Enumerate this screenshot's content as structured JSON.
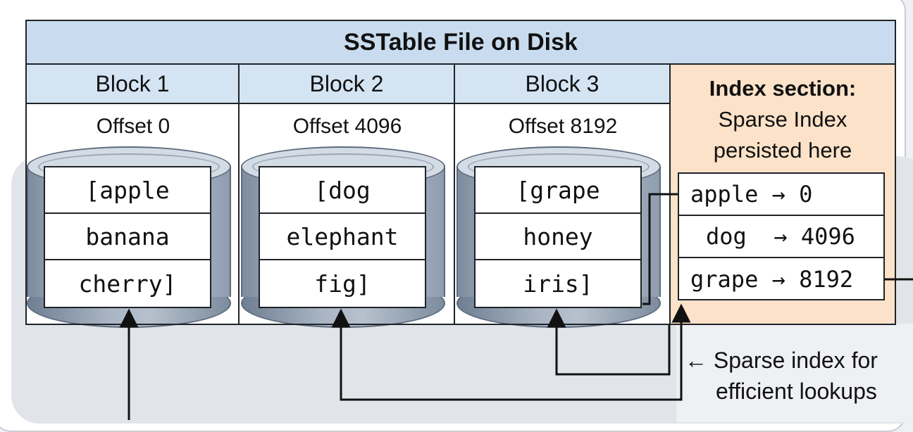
{
  "title": "SSTable File on Disk",
  "blocks": [
    {
      "name": "Block 1",
      "offset": "Offset 0",
      "keys": [
        "[apple",
        "banana",
        "cherry]"
      ]
    },
    {
      "name": "Block 2",
      "offset": "Offset 4096",
      "keys": [
        "[dog",
        "elephant",
        "fig]"
      ]
    },
    {
      "name": "Block 3",
      "offset": "Offset 8192",
      "keys": [
        "[grape",
        "honey",
        "iris]"
      ]
    }
  ],
  "index_section": {
    "heading": "Index section:",
    "subtitle_line1": "Sparse Index",
    "subtitle_line2": "persisted here",
    "entries": [
      {
        "key": "apple",
        "arrow": "→",
        "offset": "0"
      },
      {
        "key": "dog",
        "arrow": "→",
        "offset": "4096"
      },
      {
        "key": "grape",
        "arrow": "→",
        "offset": "8192"
      }
    ]
  },
  "annotation": {
    "arrow": "←",
    "line1": "Sparse index for",
    "line2": "efficient lookups"
  },
  "colors": {
    "title_band": "#c9dcef",
    "block_header": "#d5e4f3",
    "index_section": "#fbe2c8",
    "outline": "#1f2328",
    "cylinder": "#b8c3cf"
  }
}
